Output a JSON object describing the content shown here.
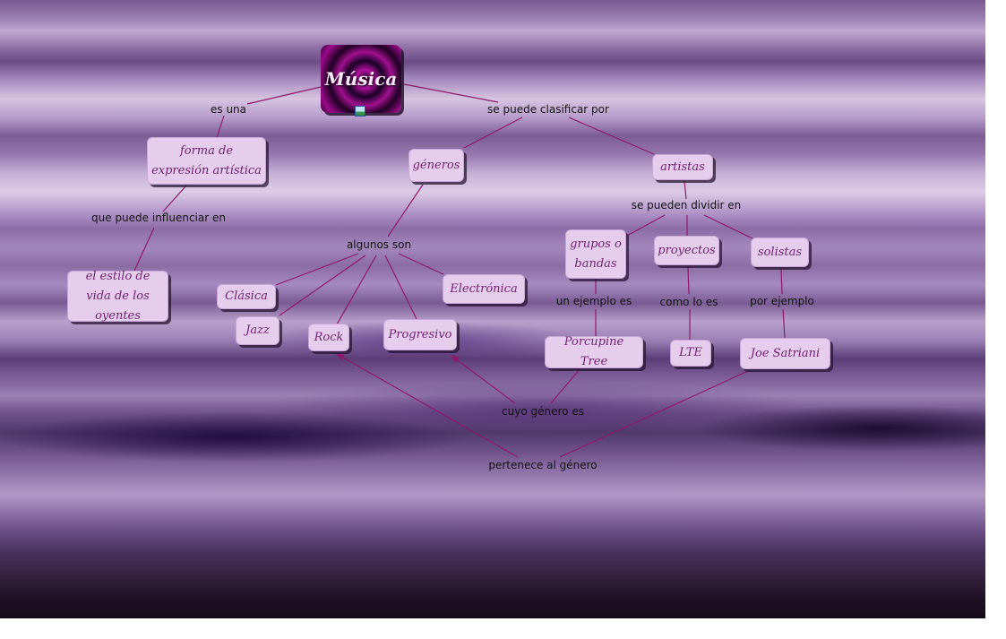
{
  "root": {
    "label": "Música"
  },
  "concepts": {
    "forma": "forma de expresión artística",
    "estilo": "el estilo de vida de los oyentes",
    "generos": "géneros",
    "artistas": "artistas",
    "clasica": "Clásica",
    "jazz": "Jazz",
    "rock": "Rock",
    "progresivo": "Progresivo",
    "electronica": "Electrónica",
    "grupos": "grupos o bandas",
    "proyectos": "proyectos",
    "solistas": "solistas",
    "porcupine": "Porcupine Tree",
    "lte": "LTE",
    "joe": "Joe Satriani"
  },
  "links": {
    "es_una": "es una",
    "clasificar": "se puede clasificar por",
    "influenciar": "que puede influenciar en",
    "algunos": "algunos son",
    "dividir": "se pueden dividir en",
    "ejemplo_es": "un ejemplo es",
    "como_lo_es": "como lo es",
    "por_ejemplo": "por ejemplo",
    "cuyo_genero": "cuyo género es",
    "pertenece": "pertenece al género"
  },
  "colors": {
    "line": "#8c1a6a",
    "node_fill": "#e6cdee",
    "node_text": "#6f1f6f"
  },
  "icons": [
    "image-icon"
  ]
}
